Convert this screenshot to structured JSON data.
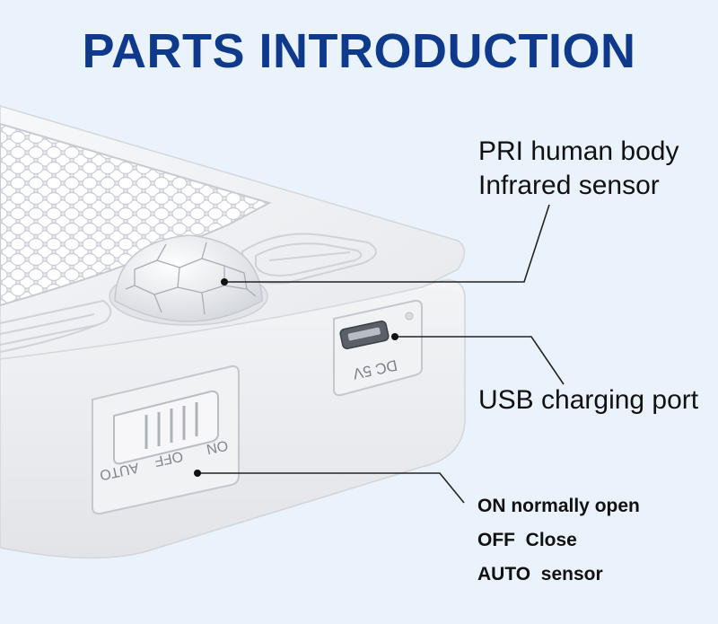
{
  "title": "PARTS INTRODUCTION",
  "callouts": {
    "sensor": {
      "line1": "PRI human body",
      "line2": "Infrared sensor"
    },
    "usb": {
      "label": "USB charging port"
    },
    "switch": {
      "modes": [
        "ON normally open",
        "OFF  Close",
        "AUTO  sensor"
      ]
    }
  },
  "device_markings": {
    "port_label": "DC 5V",
    "switch_positions": [
      "ON",
      "OFF",
      "AUTO"
    ]
  },
  "colors": {
    "background": "#eaf3fb",
    "title": "#0f3a8c",
    "device_body": "#f4f5f7",
    "leader_lines": "#222222"
  }
}
